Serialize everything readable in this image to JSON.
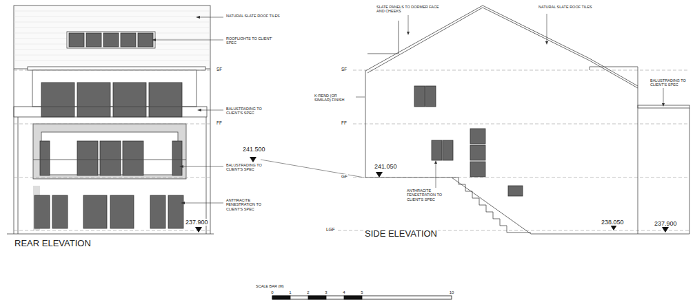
{
  "diagram": {
    "labels": [
      "NATURAL SLATE ROOF TILES",
      "ROOFLIGHTS TO CLIENT' SPEC",
      "SF",
      "BALUSTRADING TO CLIENT'S SPEC",
      "FF",
      "BALUSTRADING TO CLIENT'S SPEC",
      "ANTHRACITE FENESTRATION TO CLIENT'S SPEC",
      "237.900",
      "REAR ELEVATION",
      "241.500",
      "SLATE PANELS TO DORMER FACE AND CHEEKS",
      "NATURAL SLATE ROOF TILES",
      "BALUSTRADING TO CLIENT'S SPEC",
      "SF",
      "K-REND (OR SIMILAR) FINISH",
      "FF",
      "241.050",
      "GF",
      "ANTHRACITE FENESTRATION TO CLIENT'S SPEC",
      "LGF",
      "238.050",
      "237.900",
      "SIDE ELEVATION",
      "SCALE BAR (M)",
      "0",
      "1",
      "2",
      "3",
      "4",
      "5",
      "10"
    ]
  }
}
